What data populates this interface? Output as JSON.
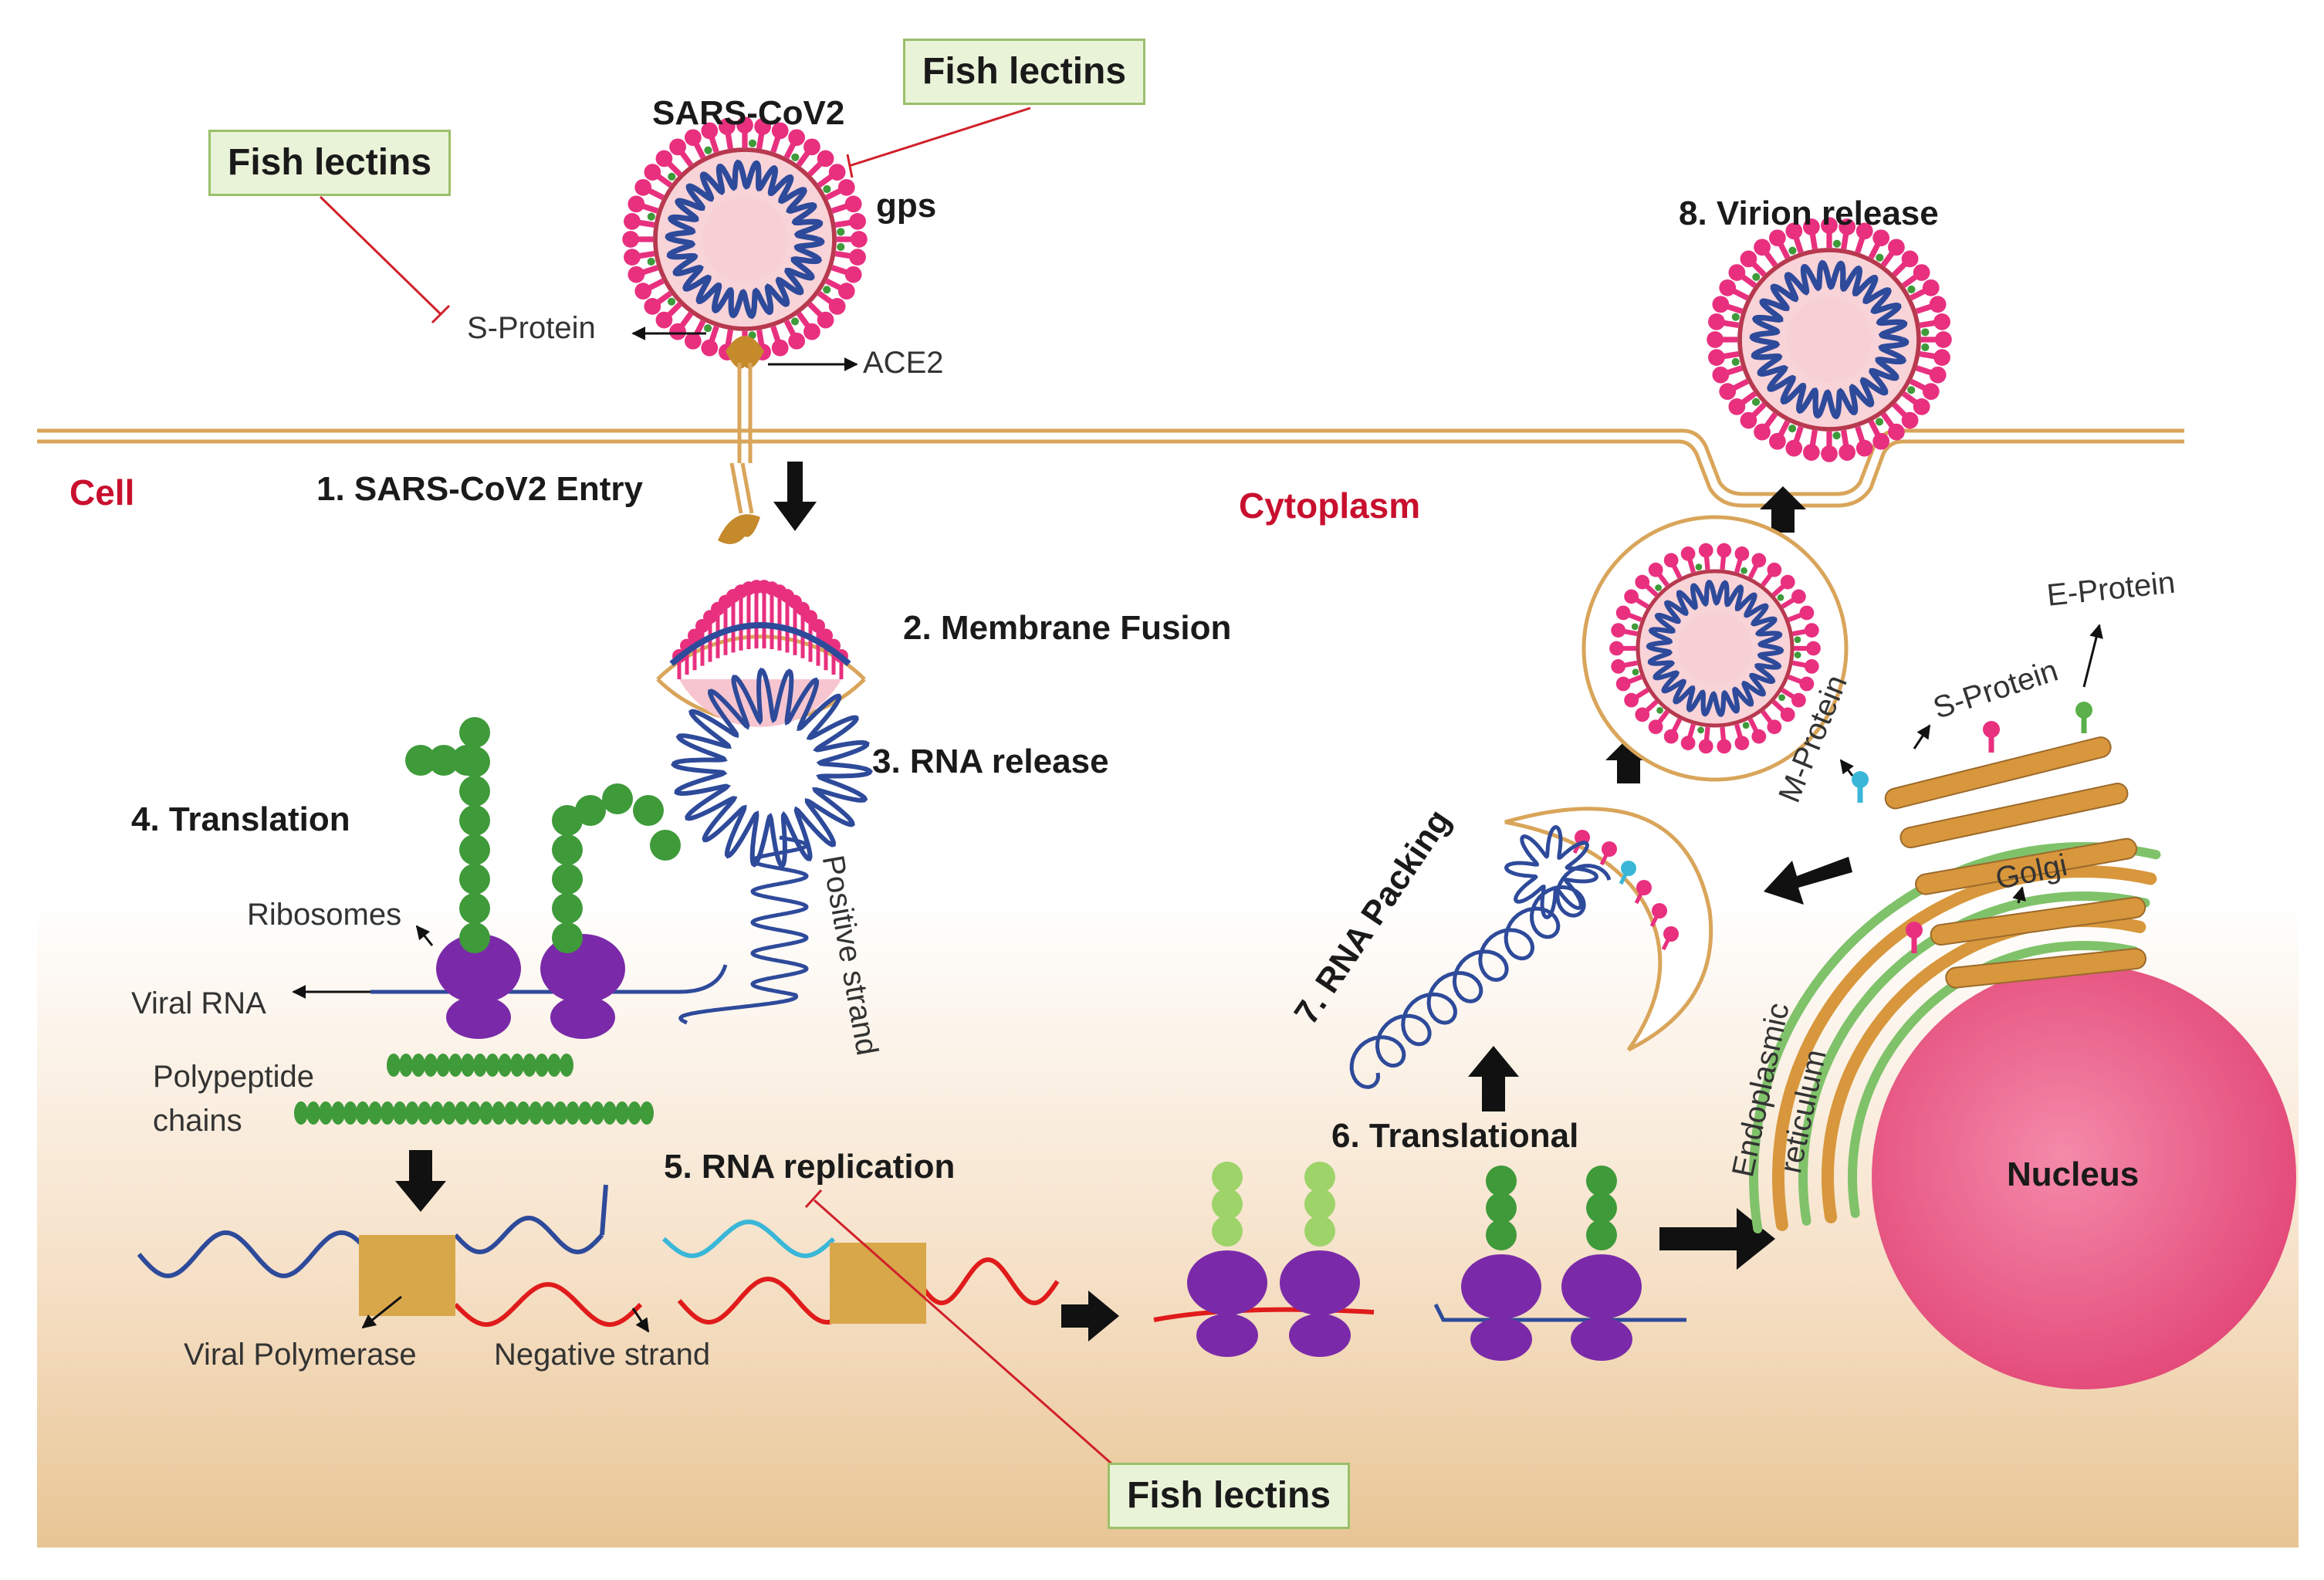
{
  "labels": {
    "virus_title": "SARS-CoV2",
    "gps": "gps",
    "s_protein_top": "S-Protein",
    "ace2": "ACE2",
    "cell": "Cell",
    "cytoplasm": "Cytoplasm",
    "step1": "1. SARS-CoV2 Entry",
    "step2": "2. Membrane Fusion",
    "step3": "3. RNA release",
    "step4": "4. Translation",
    "step5": "5. RNA replication",
    "step6": "6. Translational",
    "step7": "7. RNA Packing",
    "step8": "8. Virion release",
    "ribosomes": "Ribosomes",
    "viral_rna": "Viral RNA",
    "polypeptide": "Polypeptide",
    "chains": "chains",
    "positive_strand": "Positive strand",
    "viral_polymerase": "Viral Polymerase",
    "negative_strand": "Negative strand",
    "m_protein": "M-Protein",
    "s_protein_golgi": "S-Protein",
    "e_protein": "E-Protein",
    "golgi": "Golgi",
    "endoplasmic": "Endoplasmic",
    "reticulum": "reticulum",
    "nucleus": "Nucleus"
  },
  "lectins": {
    "top_right": "Fish lectins",
    "top_left": "Fish lectins",
    "bottom": "Fish lectins"
  },
  "colors": {
    "inhibit_line": "#d0202a",
    "cell_label": "#c8102e",
    "membrane": "#d9a55a",
    "rna_blue": "#2e4a9a",
    "rna_red": "#e01b1b",
    "rna_cyan": "#3ab7d8",
    "ribosome": "#7a2aa8",
    "chain_green": "#3f9a3a",
    "chain_light": "#9ed36a",
    "polymerase": "#d8a74a",
    "nucleus": "#ec5f8c",
    "golgi": "#d8973c",
    "spike": "#e8307f"
  }
}
